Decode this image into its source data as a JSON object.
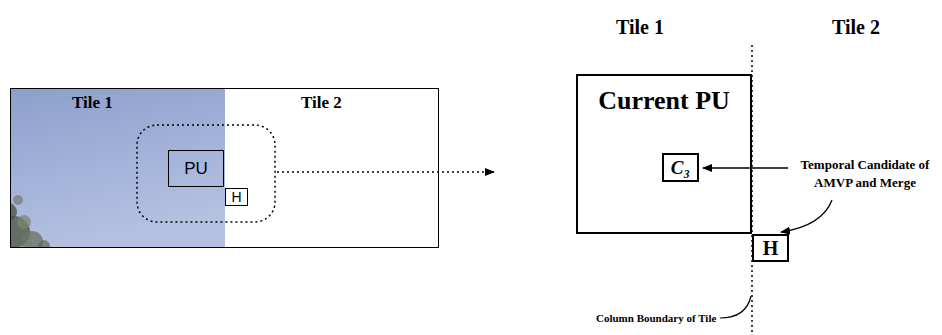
{
  "diagram": {
    "nodes": [
      {
        "text": [
          "Tile 1"
        ]
      },
      {
        "text": [
          "Tile 2"
        ]
      },
      {
        "text": [
          "PU"
        ],
        "in": 0
      },
      {
        "text": [
          "H"
        ],
        "in": 1
      },
      {
        "text": [
          "Current PU"
        ]
      },
      {
        "text": [
          "C₃"
        ],
        "in": 4
      },
      {
        "text": [
          "H"
        ]
      }
    ],
    "labels": [
      "Tile 1",
      "Tile 2",
      "Temporal Candidate of AMVP and Merge",
      "Column Boundary of Tile"
    ]
  }
}
